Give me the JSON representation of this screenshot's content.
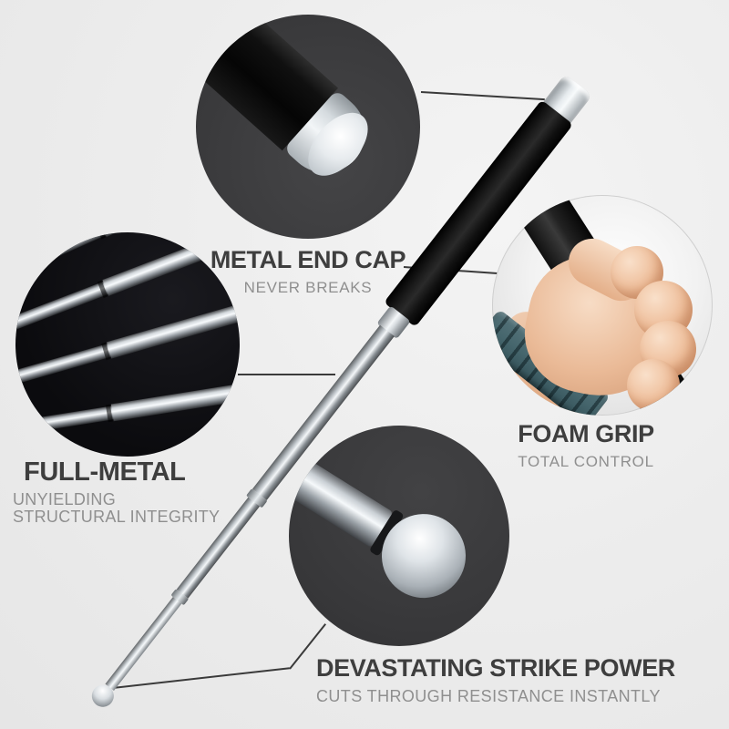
{
  "callouts": {
    "end_cap": {
      "title": "METAL END CAP",
      "subtitle": "NEVER BREAKS"
    },
    "full_metal": {
      "title": "FULL-METAL",
      "subtitle": "UNYIELDING STRUCTURAL INTEGRITY"
    },
    "foam_grip": {
      "title": "FOAM GRIP",
      "subtitle": "TOTAL CONTROL"
    },
    "strike": {
      "title": "DEVASTATING STRIKE POWER",
      "subtitle": "CUTS THROUGH RESISTANCE INSTANTLY"
    }
  },
  "colors": {
    "page_background": "#ededed",
    "title_text": "#3e3e3e",
    "subtitle_text": "#8f8f8f",
    "leader_line": "#3a3a3a",
    "closeup_circle_background": "#3b3b3d",
    "rods_circle_background": "#0b0b0e",
    "foam_black": "#0d0d0d",
    "silver_highlight": "#f5f8fa",
    "watch_band_teal": "#47666d",
    "hand_skin": "#eaba97"
  }
}
